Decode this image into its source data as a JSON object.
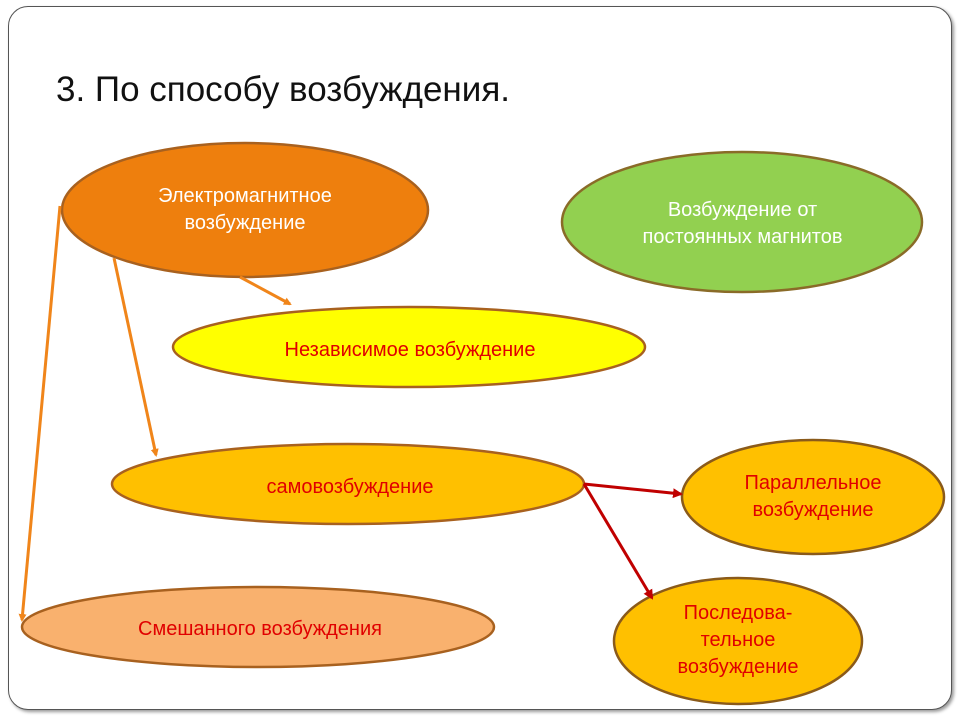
{
  "title": "3. По способу возбуждения.",
  "nodes": {
    "electromagnetic": "Электромагнитное возбуждение",
    "permanent": "Возбуждение от постоянных магнитов",
    "independent": "Независимое возбуждение",
    "self": "самовозбуждение",
    "parallel": "Параллельное возбуждение",
    "serial": "Последова-тельное возбуждение",
    "mixed": "Смешанного возбуждения"
  },
  "colors": {
    "orange": "#EE7F0D",
    "green": "#92D050",
    "yellow": "#FFFF00",
    "amber": "#FFC000",
    "light_orange": "#F9B16E",
    "arrow_orange": "#F0851A",
    "arrow_red": "#C00000"
  }
}
